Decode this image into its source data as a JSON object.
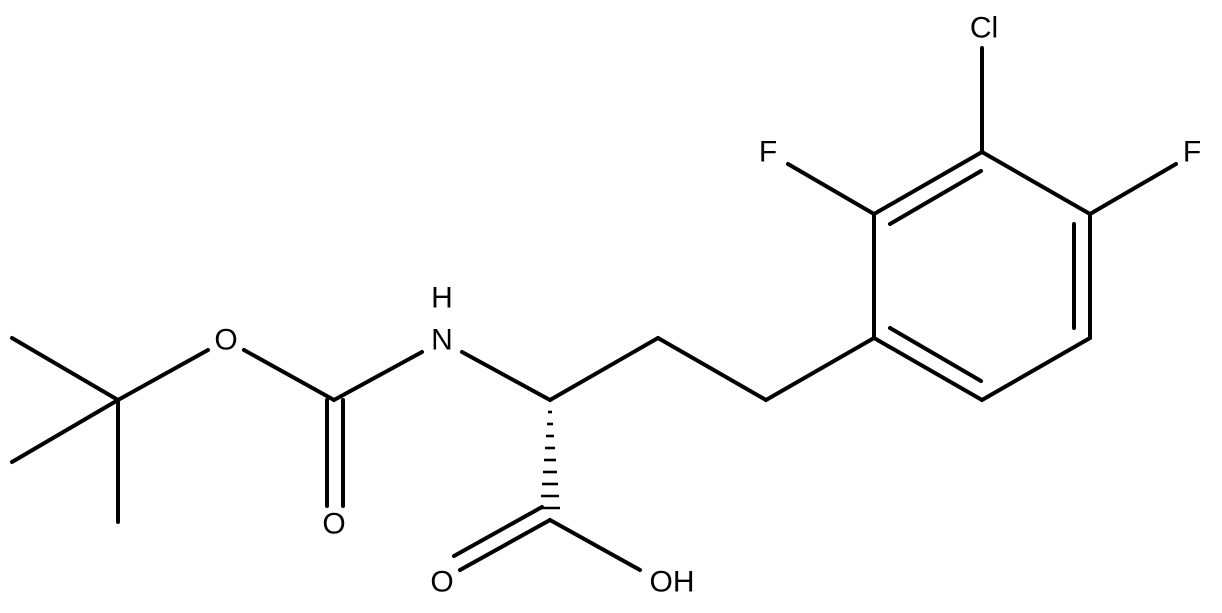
{
  "atoms": {
    "chlorine": "Cl",
    "fluorine_left": "F",
    "fluorine_right": "F",
    "amine": "N",
    "amine_h": "H",
    "ether_oxygen": "O",
    "carbonyl_oxygen": "O",
    "acid_carbonyl_oxygen": "O",
    "hydroxyl": "OH"
  },
  "colors": {
    "bond": "#000000",
    "label": "#000000",
    "background": "#ffffff"
  }
}
